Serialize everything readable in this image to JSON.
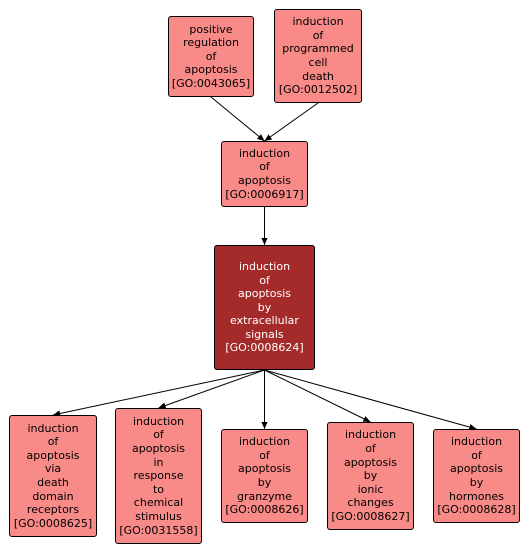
{
  "colors": {
    "node_fill": "#f88a88",
    "focus_fill": "#a52a2a",
    "focus_text": "#ffffff",
    "edge": "#000000"
  },
  "nodes": {
    "positive_regulation": {
      "label": "positive\nregulation\nof\napoptosis\n[GO:0043065]"
    },
    "programmed_cell_death": {
      "label": "induction\nof\nprogrammed\ncell\ndeath\n[GO:0012502]"
    },
    "induction_apoptosis": {
      "label": "induction\nof\napoptosis\n[GO:0006917]"
    },
    "extracellular_signals": {
      "label": "induction\nof\napoptosis\nby\nextracellular\nsignals\n[GO:0008624]"
    },
    "death_domain": {
      "label": "induction\nof\napoptosis\nvia\ndeath\ndomain\nreceptors\n[GO:0008625]"
    },
    "chemical_stimulus": {
      "label": "induction\nof\napoptosis\nin\nresponse\nto\nchemical\nstimulus\n[GO:0031558]"
    },
    "granzyme": {
      "label": "induction\nof\napoptosis\nby\ngranzyme\n[GO:0008626]"
    },
    "ionic_changes": {
      "label": "induction\nof\napoptosis\nby\nionic\nchanges\n[GO:0008627]"
    },
    "hormones": {
      "label": "induction\nof\napoptosis\nby\nhormones\n[GO:0008628]"
    }
  },
  "edges": [
    {
      "from": "positive_regulation",
      "to": "induction_apoptosis"
    },
    {
      "from": "programmed_cell_death",
      "to": "induction_apoptosis"
    },
    {
      "from": "induction_apoptosis",
      "to": "extracellular_signals"
    },
    {
      "from": "extracellular_signals",
      "to": "death_domain"
    },
    {
      "from": "extracellular_signals",
      "to": "chemical_stimulus"
    },
    {
      "from": "extracellular_signals",
      "to": "granzyme"
    },
    {
      "from": "extracellular_signals",
      "to": "ionic_changes"
    },
    {
      "from": "extracellular_signals",
      "to": "hormones"
    }
  ]
}
